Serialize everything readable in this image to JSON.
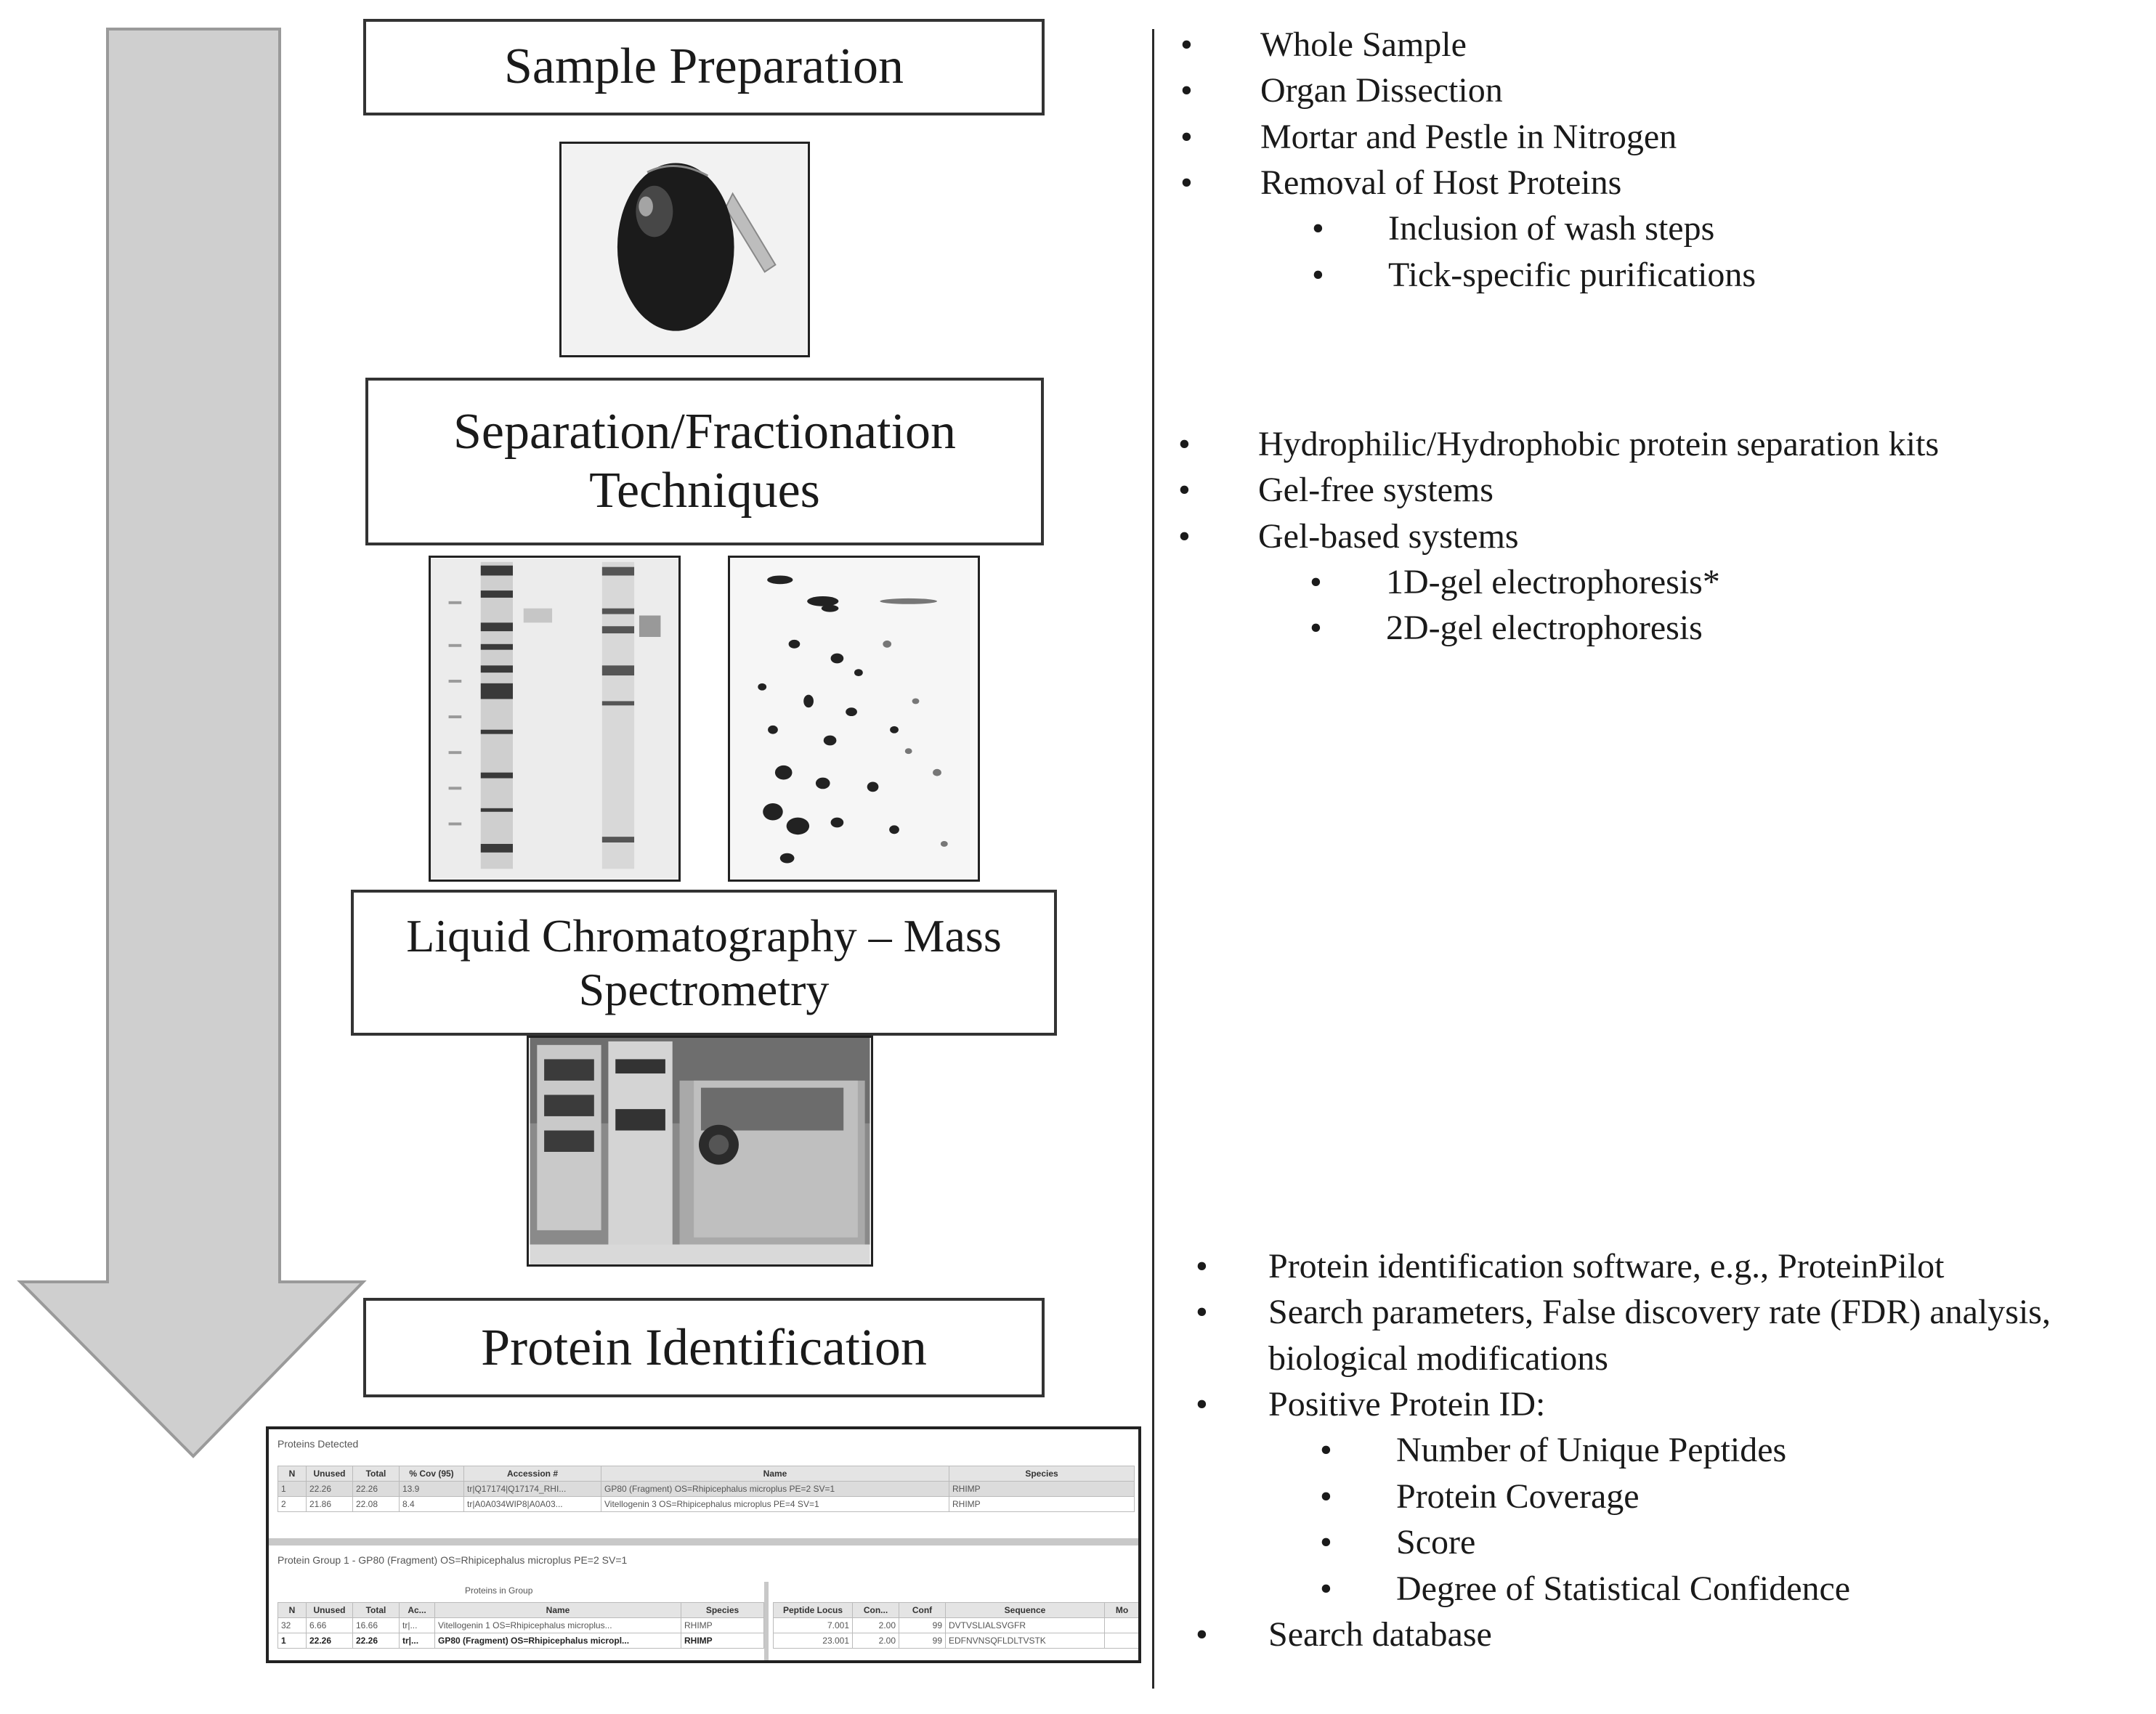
{
  "stages": {
    "sample_preparation": "Sample  Preparation",
    "separation_line1": "Separation/Fractionation",
    "separation_line2": "Techniques",
    "lcms_line1": "Liquid  Chromatography – Mass",
    "lcms_line2": "Spectrometry",
    "protein_identification": "Protein Identification"
  },
  "bullet_glyph": "•",
  "sample_prep_items": [
    "Whole Sample",
    "Organ Dissection",
    "Mortar and Pestle in Nitrogen",
    "Removal of Host Proteins",
    "Inclusion  of wash steps",
    "Tick-specific  purifications"
  ],
  "separation_items": [
    "Hydrophilic/Hydrophobic   protein separation kits",
    "Gel-free systems",
    "Gel-based systems",
    "1D-gel electrophoresis*",
    "2D-gel electrophoresis"
  ],
  "identification_items": [
    "Protein identification  software, e.g., ProteinPilot",
    "Search parameters, False discovery rate (FDR) analysis,",
    "biological  modifications",
    "Positive  Protein ID:",
    "Number of Unique  Peptides",
    "Protein Coverage",
    "Score",
    "Degree of Statistical Confidence",
    "Search database"
  ],
  "software": {
    "panel_title": "Proteins Detected",
    "headers": [
      "N",
      "Unused",
      "Total",
      "% Cov (95)",
      "Accession #",
      "Name",
      "Species"
    ],
    "rows": [
      [
        "1",
        "22.26",
        "22.26",
        "13.9",
        "tr|Q17174|Q17174_RHI...",
        "GP80 (Fragment) OS=Rhipicephalus microplus PE=2 SV=1",
        "RHIMP"
      ],
      [
        "2",
        "21.86",
        "22.08",
        "8.4",
        "tr|A0A034WIP8|A0A03...",
        "Vitellogenin 3 OS=Rhipicephalus microplus PE=4 SV=1",
        "RHIMP"
      ]
    ],
    "group_title": "Protein Group 1 - GP80 (Fragment) OS=Rhipicephalus microplus PE=2 SV=1",
    "group_subtitle": "Proteins in Group",
    "group_headers": [
      "N",
      "Unused",
      "Total",
      "Ac...",
      "Name",
      "Species"
    ],
    "group_rows": [
      [
        "32",
        "6.66",
        "16.66",
        "tr|...",
        "Vitellogenin 1 OS=Rhipicephalus microplus...",
        "RHIMP"
      ],
      [
        "1",
        "22.26",
        "22.26",
        "tr|...",
        "GP80 (Fragment) OS=Rhipicephalus micropl...",
        "RHIMP"
      ]
    ],
    "peptide_headers": [
      "Peptide Locus",
      "Con...",
      "Conf",
      "Sequence",
      "Mo"
    ],
    "peptide_rows": [
      [
        "7.001",
        "2.00",
        "99",
        "DVTVSLIALSVGFR",
        ""
      ],
      [
        "23.001",
        "2.00",
        "99",
        "EDFNVNSQFLDLTVSTK",
        ""
      ]
    ]
  }
}
